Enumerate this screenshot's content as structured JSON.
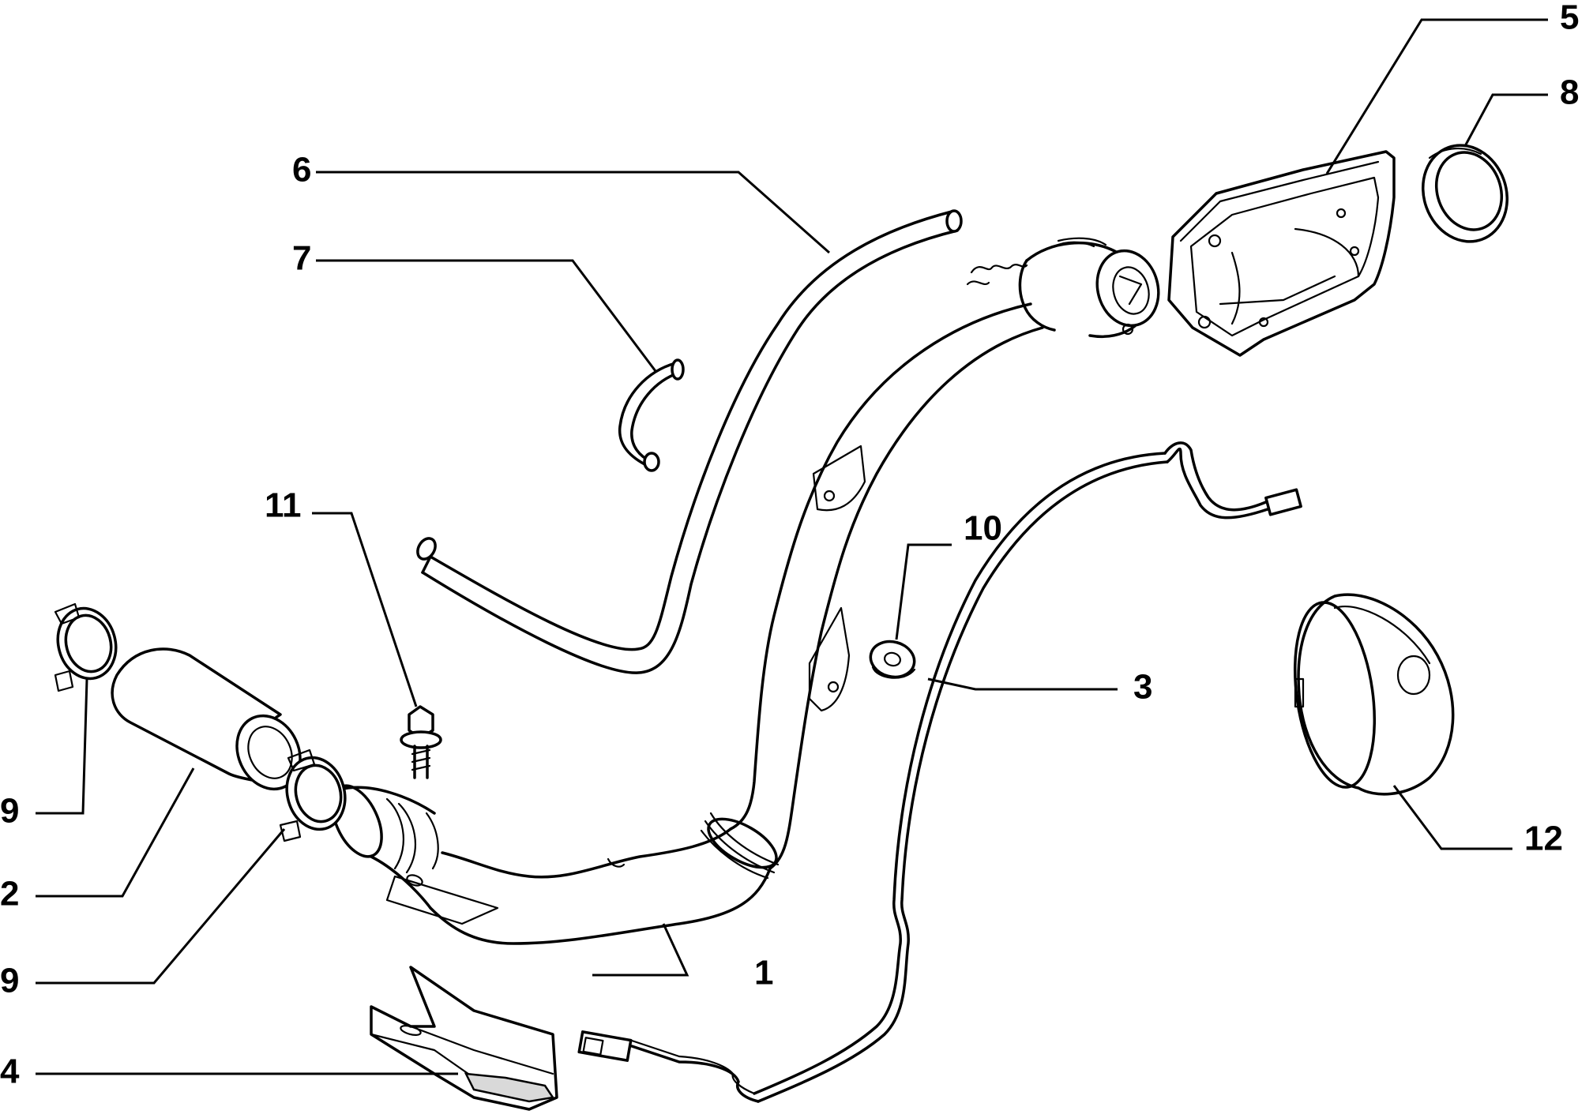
{
  "diagram": {
    "callouts": [
      {
        "id": "part-1",
        "label": "1"
      },
      {
        "id": "part-2",
        "label": "2"
      },
      {
        "id": "part-3",
        "label": "3"
      },
      {
        "id": "part-4",
        "label": "4"
      },
      {
        "id": "part-5",
        "label": "5"
      },
      {
        "id": "part-6",
        "label": "6"
      },
      {
        "id": "part-7",
        "label": "7"
      },
      {
        "id": "part-8",
        "label": "8"
      },
      {
        "id": "part-9a",
        "label": "9"
      },
      {
        "id": "part-9b",
        "label": "9"
      },
      {
        "id": "part-10",
        "label": "10"
      },
      {
        "id": "part-11",
        "label": "11"
      },
      {
        "id": "part-12",
        "label": "12"
      }
    ]
  }
}
